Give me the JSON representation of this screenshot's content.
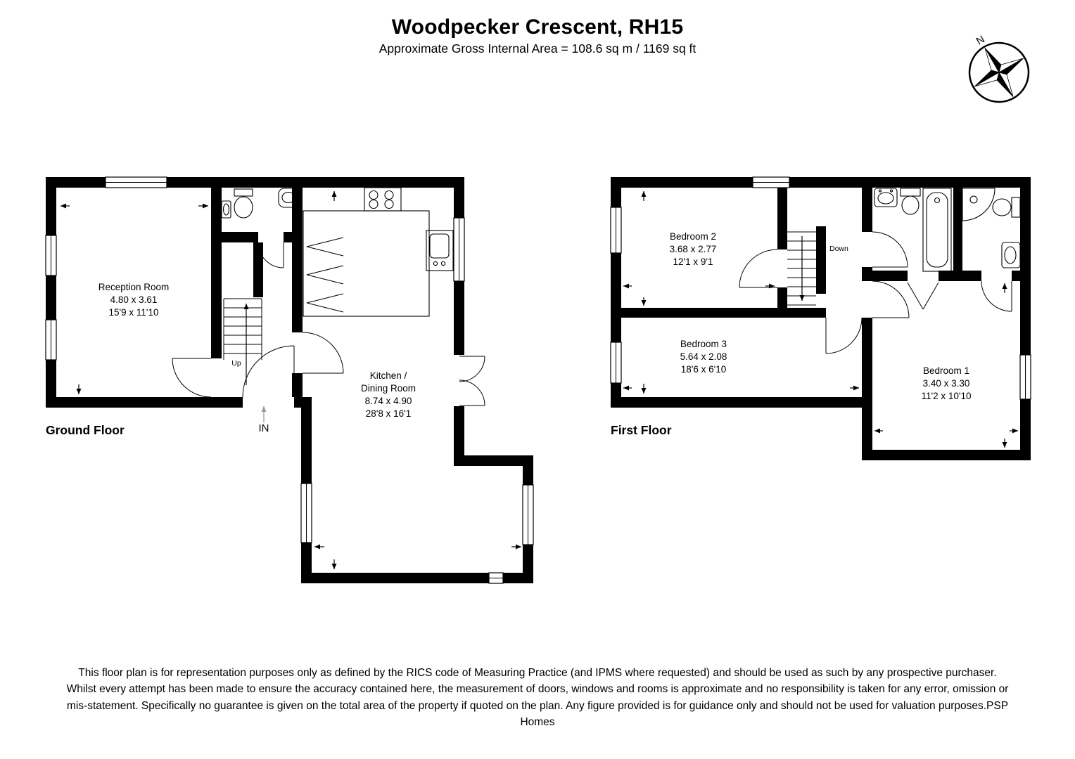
{
  "header": {
    "title": "Woodpecker Crescent, RH15",
    "subtitle": "Approximate Gross Internal Area = 108.6 sq m / 1169 sq ft"
  },
  "compass": {
    "north": "N"
  },
  "ground_floor": {
    "label": "Ground Floor",
    "reception": {
      "name": "Reception Room",
      "metric": "4.80 x 3.61",
      "imperial": "15'9 x 11'10"
    },
    "kitchen": {
      "name_line1": "Kitchen /",
      "name_line2": "Dining Room",
      "metric": "8.74 x 4.90",
      "imperial": "28'8 x 16'1"
    },
    "stairs": "Up",
    "entrance": "IN"
  },
  "first_floor": {
    "label": "First Floor",
    "bedroom2": {
      "name": "Bedroom 2",
      "metric": "3.68 x 2.77",
      "imperial": "12'1 x 9'1"
    },
    "bedroom3": {
      "name": "Bedroom 3",
      "metric": "5.64 x 2.08",
      "imperial": "18'6 x 6'10"
    },
    "bedroom1": {
      "name": "Bedroom 1",
      "metric": "3.40 x 3.30",
      "imperial": "11'2 x 10'10"
    },
    "stairs": "Down"
  },
  "disclaimer": "This floor plan is for representation purposes only as defined by the RICS code of Measuring Practice (and IPMS where requested) and should be used as such by any prospective purchaser. Whilst every attempt has been made to ensure the accuracy contained here, the measurement of doors, windows and rooms is approximate and no responsibility is taken for any error, omission or mis-statement. Specifically no guarantee is given on the total area of the property if quoted on the plan. Any figure provided is for guidance only and should not be used for valuation purposes.PSP Homes"
}
